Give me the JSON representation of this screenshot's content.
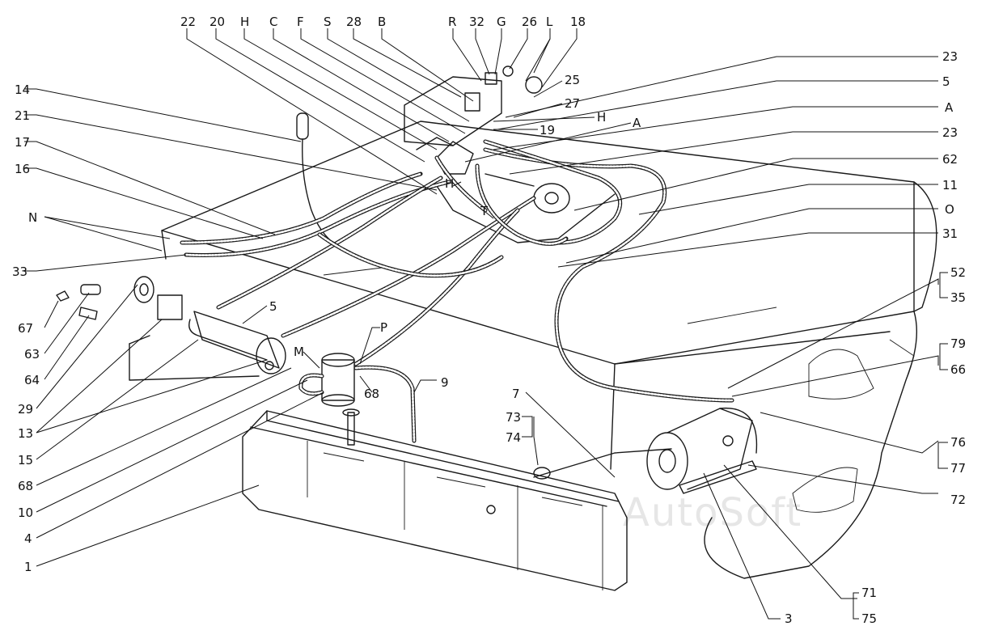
{
  "watermark": "AutoSoft",
  "callouts": {
    "c22": "22",
    "c20": "20",
    "cH_top": "H",
    "cC": "C",
    "cF": "F",
    "cS_top": "S",
    "c28": "28",
    "cB": "B",
    "cR": "R",
    "c32": "32",
    "cG": "G",
    "c26": "26",
    "cL": "L",
    "c18": "18",
    "c23a": "23",
    "c5a": "5",
    "c25": "25",
    "c27": "27",
    "cA_big": "A",
    "cH_mid": "H",
    "cA_small": "A",
    "c19": "19",
    "c23b": "23",
    "c62": "62",
    "c11": "11",
    "cO": "O",
    "c31": "31",
    "c52": "52",
    "c35": "35",
    "c79": "79",
    "c66": "66",
    "c76": "76",
    "c77": "77",
    "c72": "72",
    "c71": "71",
    "c75": "75",
    "c3": "3",
    "c14": "14",
    "c21": "21",
    "c17": "17",
    "c16": "16",
    "cN": "N",
    "c33": "33",
    "c67": "67",
    "c63": "63",
    "c64": "64",
    "c29": "29",
    "c13": "13",
    "c15": "15",
    "c68a": "68",
    "c10": "10",
    "c4": "4",
    "c1": "1",
    "c5b": "5",
    "cM": "M",
    "cP": "P",
    "c68b": "68",
    "c9": "9",
    "c7": "7",
    "c73": "73",
    "c74": "74",
    "cH_low": "H",
    "cT": "T"
  }
}
